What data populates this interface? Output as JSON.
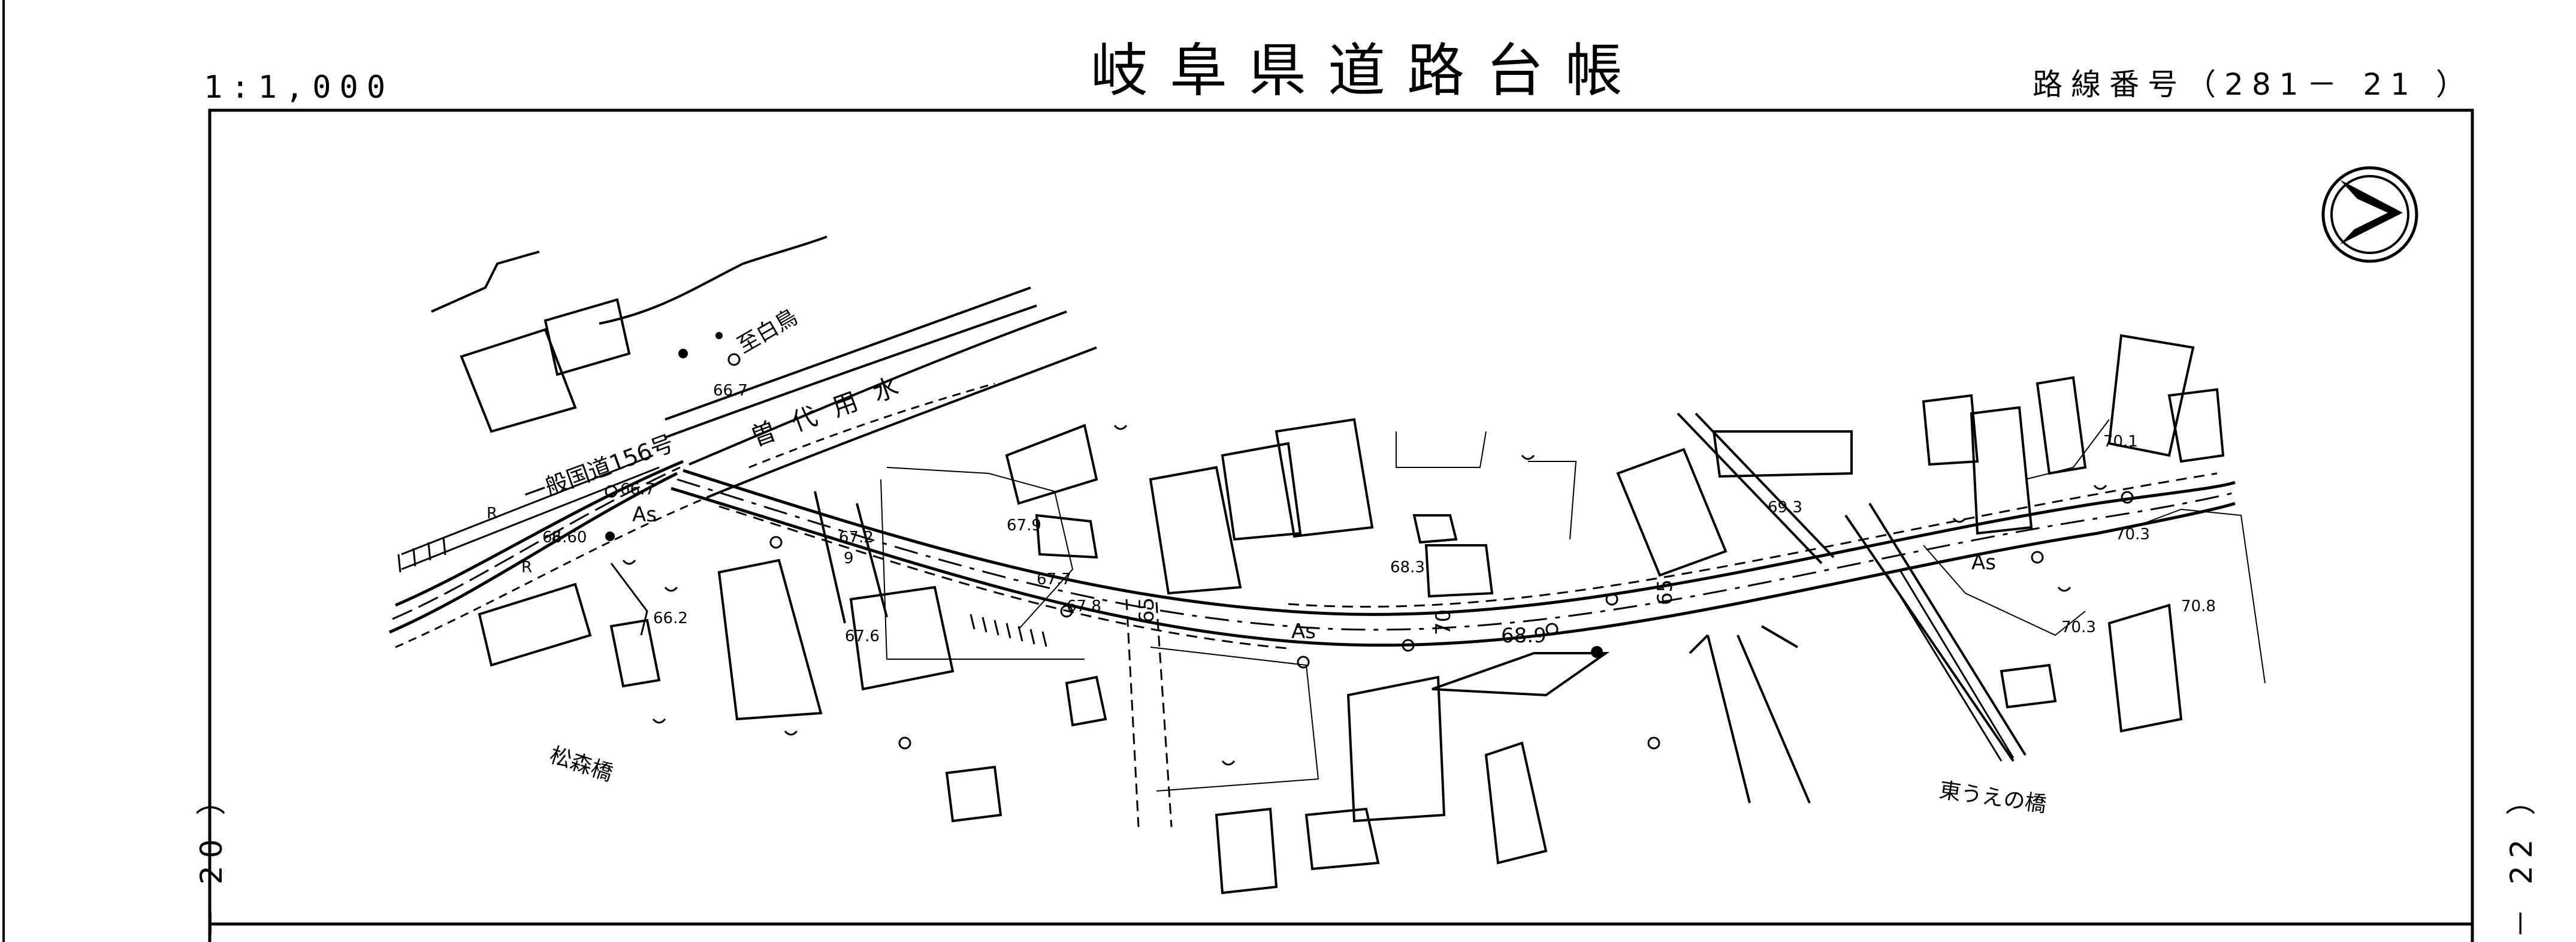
{
  "header": {
    "scale": "1:1,000",
    "title": "岐阜県道路台帳",
    "route_number": "路線番号（281－ 21 ）"
  },
  "sheet_refs": {
    "left": "－ 20 ）",
    "right": "－ 22 ）"
  },
  "map": {
    "north_arrow_icon": "north-arrow-icon",
    "places": {
      "national_route": "一般国道156号",
      "to_destination": "至白鳥",
      "canal": "曽代用水",
      "bridge_matsumori": "松森橋",
      "bridge_higashiue": "東うえの橋"
    },
    "surface_labels": [
      "As",
      "As",
      "As"
    ],
    "elevations": [
      "66.7",
      "66.7",
      "66.60",
      "67.2",
      "67.9",
      "67.7",
      "66.2",
      "67.6",
      "67.8",
      "68.3",
      "68.9",
      "69.3",
      "70.1",
      "70.3",
      "70.3",
      "70.8",
      "65",
      "65",
      "70"
    ],
    "misc_labels": [
      "R",
      "R",
      "9",
      "8"
    ]
  }
}
